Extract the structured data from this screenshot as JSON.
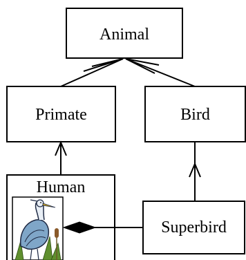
{
  "diagram": {
    "nodes": {
      "animal": "Animal",
      "primate": "Primate",
      "bird": "Bird",
      "human": "Human",
      "superbird": "Superbird"
    },
    "image_name": "heron-clipart",
    "relationships": [
      {
        "from": "Primate",
        "to": "Animal",
        "kind": "generalization"
      },
      {
        "from": "Bird",
        "to": "Animal",
        "kind": "generalization"
      },
      {
        "from": "Human",
        "to": "Primate",
        "kind": "generalization"
      },
      {
        "from": "Superbird",
        "to": "Bird",
        "kind": "generalization"
      },
      {
        "from": "Superbird",
        "to": "Human",
        "kind": "composition"
      }
    ]
  }
}
